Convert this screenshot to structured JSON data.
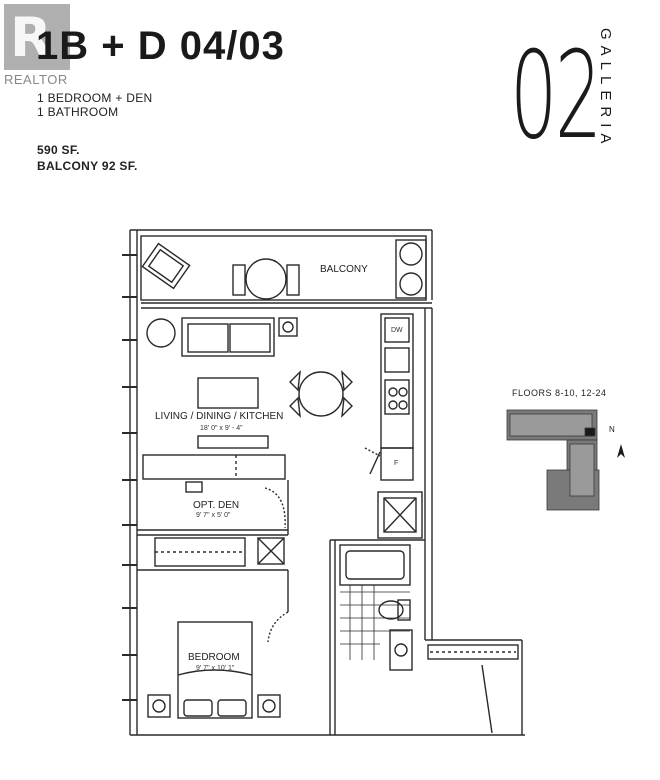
{
  "header": {
    "suite": "1B + D 04/03",
    "unit_type": "1 BEDROOM + DEN",
    "bathrooms": "1 BATHROOM",
    "area": "590 SF.",
    "balcony_area": "BALCONY 92 SF."
  },
  "watermark": {
    "realtor": "REALTOR",
    "logo_letter": "R"
  },
  "brand": {
    "number": "02",
    "name": "GALLERIA"
  },
  "plan": {
    "balcony_label": "BALCONY",
    "living_label": "LIVING / DINING / KITCHEN",
    "living_dims": "18' 0\" x 9' - 4\"",
    "den_label": "OPT. DEN",
    "den_dims": "9' 7\" x 5' 0\"",
    "bedroom_label": "BEDROOM",
    "bedroom_dims": "9' 7\" x 10' 1\"",
    "dw_label": "DW",
    "fridge_label": "F"
  },
  "keyplan": {
    "floors": "FLOORS 8-10, 12-24",
    "north": "N"
  },
  "colors": {
    "line": "#2a2a2a",
    "background": "#ffffff"
  }
}
